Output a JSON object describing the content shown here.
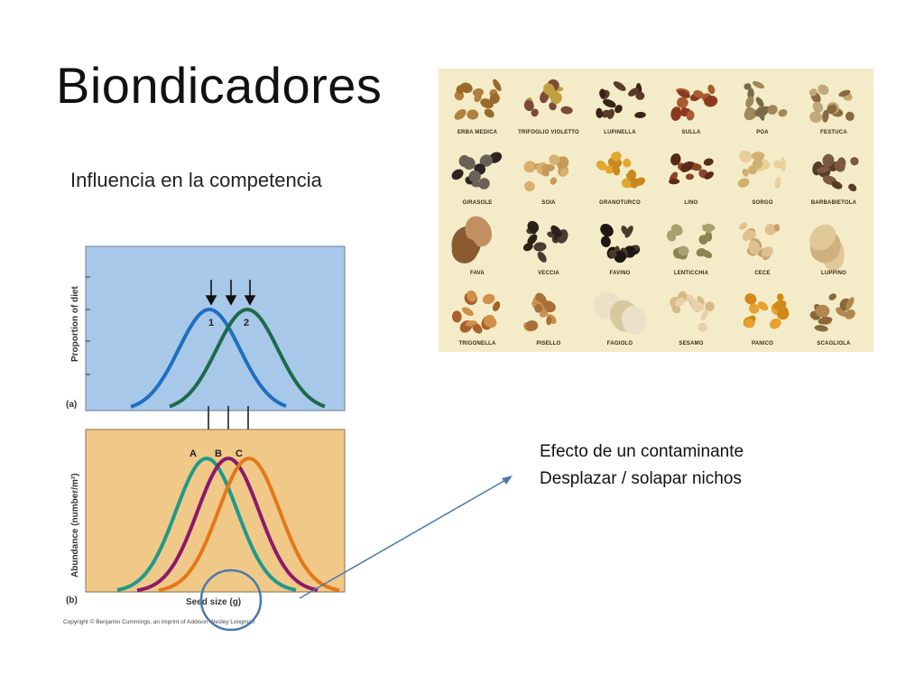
{
  "slide": {
    "title": "Biondicadores",
    "subtitle": "Influencia en la competencia",
    "notes": [
      "Efecto de un contaminante",
      "Desplazar / solapar nichos"
    ]
  },
  "seed_grid": {
    "rows": [
      [
        "ERBA MEDICA",
        "TRIFOGLIO VIOLETTO",
        "LUPINELLA",
        "SULLA",
        "POA",
        "FESTUCA"
      ],
      [
        "GIRASOLE",
        "SOIA",
        "GRANOTURCO",
        "LINO",
        "SORGO",
        "BARBABIETOLA"
      ],
      [
        "FAVA",
        "VECCIA",
        "FAVINO",
        "LENTICCHIA",
        "CECE",
        "LUPPINO"
      ],
      [
        "TRIGONELLA",
        "PISELLO",
        "FAGIOLO",
        "SESAMO",
        "PANICO",
        "SCAGLIOLA"
      ]
    ]
  },
  "figure": {
    "panel_a": {
      "ylabel": "Proportion of diet",
      "tag": "(a)",
      "curve_labels": [
        "1",
        "2"
      ]
    },
    "panel_b": {
      "ylabel": "Abundance (number/m²)",
      "tag": "(b)",
      "xlabel": "Seed size (g)",
      "curve_labels": [
        "A",
        "B",
        "C"
      ]
    },
    "copyright": "Copyright © Benjamin Cummings, an imprint of Addison Wesley Longman"
  },
  "colors": {
    "panel_a_bg": "#a8c8ea",
    "panel_b_bg": "#f0c888",
    "curve_1": "#1e6fbf",
    "curve_2": "#1d6b4a",
    "curve_A": "#1f9a8a",
    "curve_B": "#8a1a6a",
    "curve_C": "#e47818",
    "annotation": "#4a78b0"
  }
}
